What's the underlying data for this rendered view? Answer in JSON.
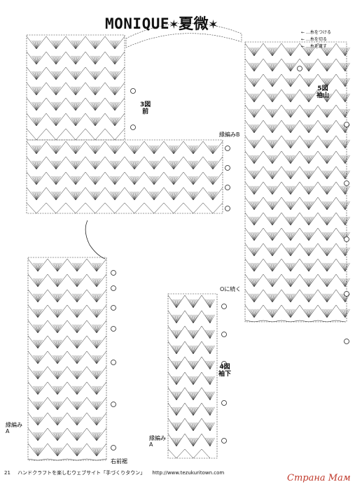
{
  "title": "MONIQUE✶夏微✶",
  "legend": {
    "items": [
      "← …糸をつける",
      "← …糸を切る",
      "← …糸を渡す"
    ]
  },
  "figures": {
    "fig3": {
      "number": "3図",
      "name": "前"
    },
    "fig5": {
      "number": "5図",
      "name": "袖山"
    },
    "fig4": {
      "number": "4図",
      "name": "袖下"
    }
  },
  "labels": {
    "edge_b": "縁編みB",
    "continue_o": "Oに続く",
    "edge_a_left": "縁編みA",
    "edge_a_mid": "縁編みA",
    "right_front_hem": "右前裾"
  },
  "footer": {
    "page": "21",
    "text": "ハンドクラフトを楽しむウェブサイト「手づくりタウン」",
    "url": "http://www.tezukuritown.com"
  },
  "watermark": "Страна Мам"
}
